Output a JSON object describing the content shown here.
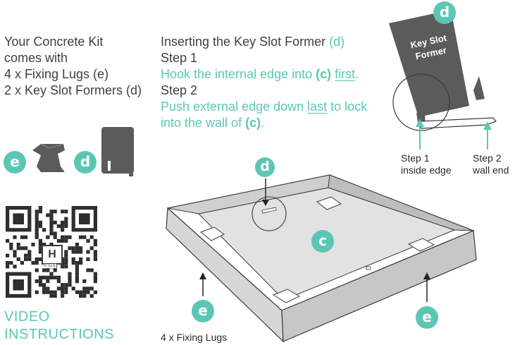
{
  "kit": {
    "line1": "Your Concrete Kit",
    "line2": "comes with",
    "line3": "4 x Fixing Lugs (e)",
    "line4": "2 x Key Slot Formers (d)"
  },
  "instructions": {
    "title_text": "Inserting the Key Slot Former ",
    "title_ref": "(d)",
    "step1_label": "Step 1",
    "step1_a": "Hook the internal edge into ",
    "step1_ref": "(c)",
    "step1_space": " ",
    "step1_b": "first",
    "step1_end": ".",
    "step2_label": "Step 2",
    "step2_a": "Push external edge down ",
    "step2_b": "last",
    "step2_c": " to lock",
    "step2_d": "into the wall of ",
    "step2_ref": "(c)",
    "step2_end": "."
  },
  "former": {
    "badge": "d",
    "label_line1": "Key Slot",
    "label_line2": "Former"
  },
  "steps_diagram": {
    "step1_line1": "Step 1",
    "step1_line2": "inside edge",
    "step2_line1": "Step 2",
    "step2_line2": "wall end"
  },
  "parts": {
    "badge_e": "e",
    "badge_d": "d"
  },
  "tray": {
    "badge_d": "d",
    "badge_c": "c",
    "badge_e_left": "e",
    "badge_e_right": "e",
    "lugs_caption": "4 x Fixing Lugs"
  },
  "qr": {
    "center_letter": "H",
    "small_text": "HIDE",
    "video_line1": "VIDEO",
    "video_line2": "INSTRUCTIONS"
  },
  "colors": {
    "accent": "#5cc6b4",
    "dark_gray": "#5b5b5b",
    "tray_wall": "#cfcfcf",
    "tray_floor": "#e2e2e2"
  }
}
